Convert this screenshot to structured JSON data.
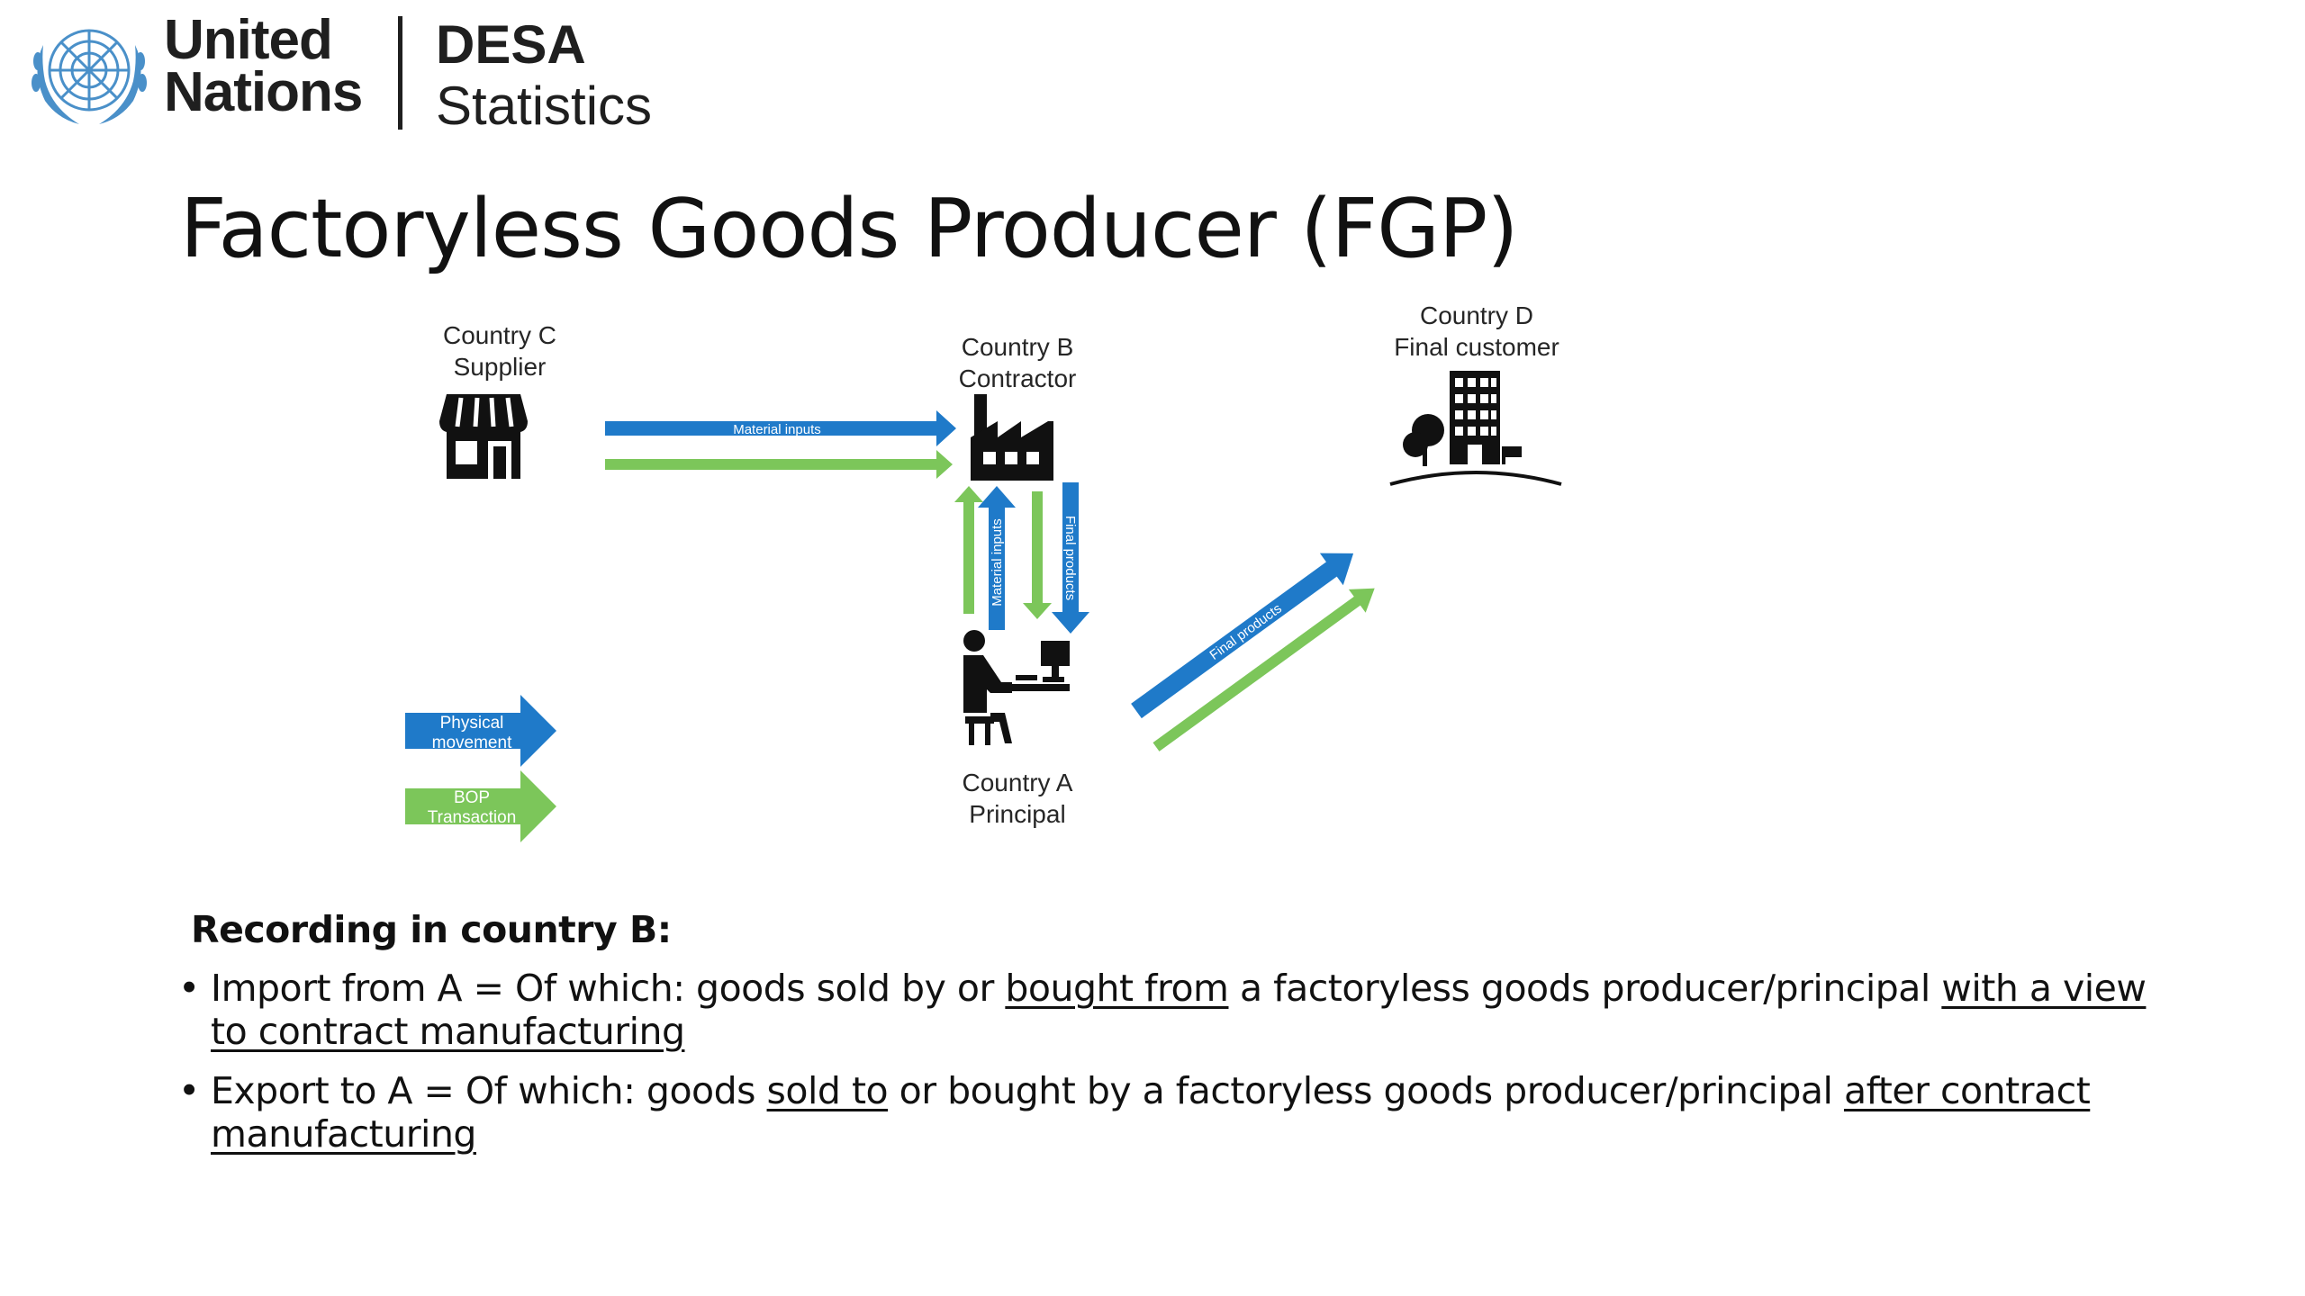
{
  "header": {
    "org_line1": "United",
    "org_line2": "Nations",
    "dept_line1": "DESA",
    "dept_line2": "Statistics"
  },
  "title": "Factoryless Goods Producer (FGP)",
  "diagram": {
    "nodes": {
      "country_c": {
        "line1": "Country C",
        "line2": "Supplier",
        "icon": "store-icon"
      },
      "country_b": {
        "line1": "Country B",
        "line2": "Contractor",
        "icon": "factory-icon"
      },
      "country_d": {
        "line1": "Country D",
        "line2": "Final customer",
        "icon": "building-icon"
      },
      "country_a": {
        "line1": "Country A",
        "line2": "Principal",
        "icon": "person-at-computer-icon"
      }
    },
    "arrow_labels": {
      "c_to_b": "Material inputs",
      "a_to_b": "Material inputs",
      "b_to_a": "Final products",
      "a_to_d": "Final products"
    },
    "legend": {
      "physical_line1": "Physical",
      "physical_line2": "movement",
      "bop_line1": "BOP",
      "bop_line2": "Transaction"
    },
    "colors": {
      "physical": "#1f7ac9",
      "bop": "#7cc65a"
    }
  },
  "recording": {
    "heading": "Recording in country B:",
    "bullet_marker": "•",
    "b1": {
      "p1": "Import from A = Of which: goods sold by or ",
      "u1": "bought from",
      "p2": " a factoryless goods producer/principal ",
      "u2": "with a view to contract manufacturing"
    },
    "b2": {
      "p1": "Export to A = Of which: goods ",
      "u1": "sold to",
      "p2": " or bought by a factoryless goods producer/principal ",
      "u2": "after contract manufacturing"
    }
  }
}
